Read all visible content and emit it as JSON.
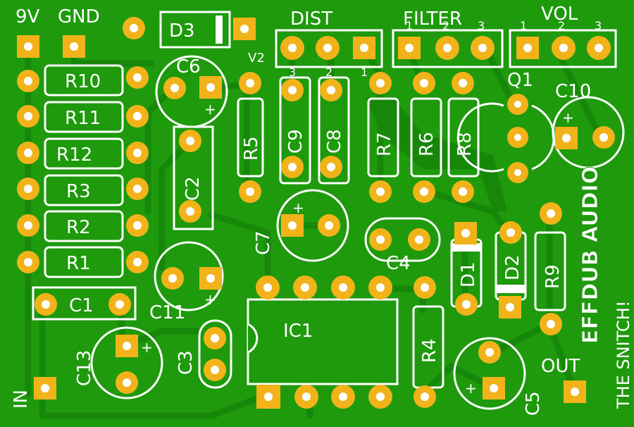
{
  "labels": {
    "9v": "9V",
    "gnd": "GND",
    "in": "IN",
    "out": "OUT",
    "v2": "V2",
    "dist": "DIST",
    "filter": "FILTER",
    "vol": "VOL",
    "n1": "1",
    "n2": "2",
    "n3": "3",
    "brand": "EFFDUB AUDIO",
    "product": "THE SNITCH!"
  },
  "components": {
    "r10": "R10",
    "r11": "R11",
    "r12": "R12",
    "r3": "R3",
    "r2": "R2",
    "r1": "R1",
    "c1": "C1",
    "c13": "C13",
    "c3": "C3",
    "c11": "C11",
    "c2": "C2",
    "c6": "C6",
    "d3": "D3",
    "r5": "R5",
    "c9": "C9",
    "c8": "C8",
    "c7": "C7",
    "r7": "R7",
    "r6": "R6",
    "r8": "R8",
    "q1": "Q1",
    "c10": "C10",
    "c4": "C4",
    "d1": "D1",
    "d2": "D2",
    "r9": "R9",
    "ic1": "IC1",
    "r4": "R4",
    "c5": "C5"
  },
  "polarity": {
    "plus": "+"
  },
  "colors": {
    "board": "#1e9a0c",
    "trace": "#16820a",
    "pad": "#f2b31a",
    "hole": "#ffffff",
    "silk": "#ffffff"
  }
}
